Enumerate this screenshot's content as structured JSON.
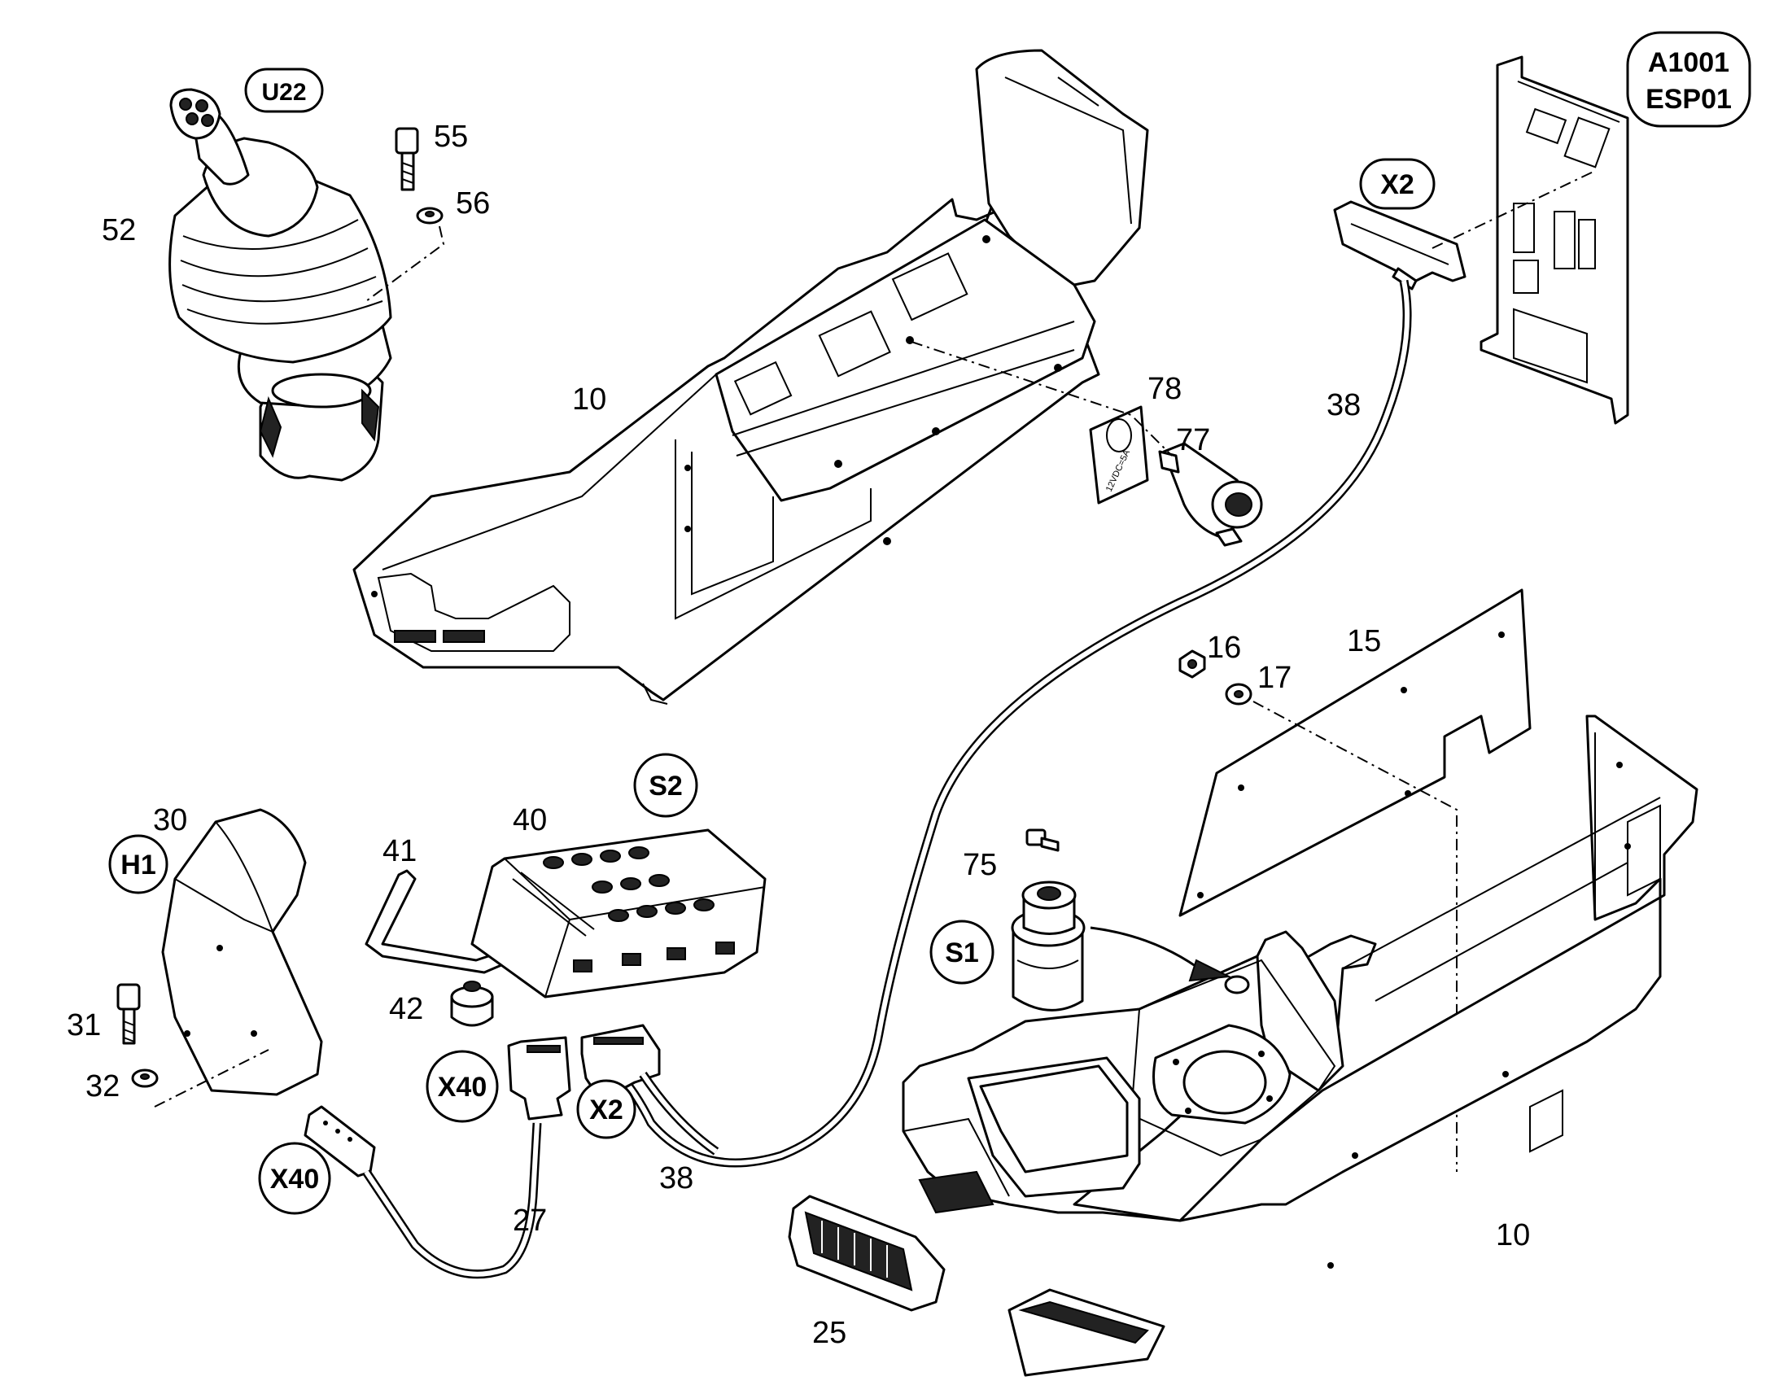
{
  "diagram": {
    "part_numbers": {
      "p52": "52",
      "p55": "55",
      "p56": "56",
      "p10a": "10",
      "p10b": "10",
      "p78": "78",
      "p77": "77",
      "p38a": "38",
      "p38b": "38",
      "p16": "16",
      "p17": "17",
      "p15": "15",
      "p30": "30",
      "p31": "31",
      "p32": "32",
      "p41": "41",
      "p40": "40",
      "p42": "42",
      "p75": "75",
      "p27": "27",
      "p25": "25"
    },
    "tags": {
      "u22": "U22",
      "x2_top": "X2",
      "a1001_line1": "A1001",
      "a1001_line2": "ESP01",
      "s2": "S2",
      "h1": "H1",
      "s1": "S1",
      "x40_mid": "X40",
      "x2_mid": "X2",
      "x40_low": "X40"
    },
    "socket_label": "12VDC=5A"
  }
}
